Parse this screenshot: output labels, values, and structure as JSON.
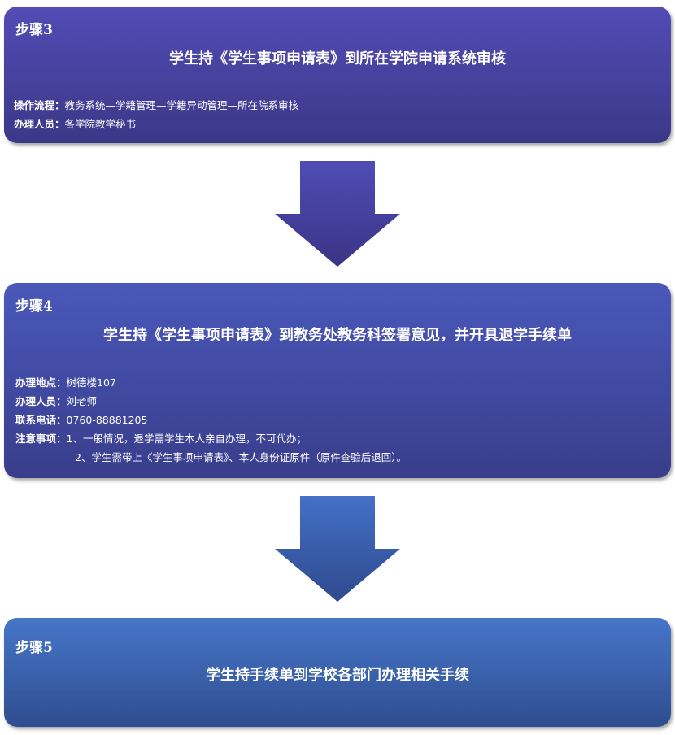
{
  "step3": {
    "label": "步骤3",
    "title": "学生持《学生事项申请表》到所在学院申请系统审核",
    "rows": [
      {
        "k": "操作流程：",
        "v": "教务系统—学籍管理—学籍异动管理—所在院系审核"
      },
      {
        "k": "办理人员：",
        "v": "各学院教学秘书"
      }
    ]
  },
  "step4": {
    "label": "步骤4",
    "title": "学生持《学生事项申请表》到教务处教务科签署意见，并开具退学手续单",
    "rows": [
      {
        "k": "办理地点：",
        "v": "树德楼107"
      },
      {
        "k": "办理人员：",
        "v": "刘老师"
      },
      {
        "k": "联系电话：",
        "v": "0760-88881205"
      },
      {
        "k": "注意事项：",
        "v": "1、一般情况，退学需学生本人亲自办理，不可代办；"
      },
      {
        "k": "",
        "v": "2、学生需带上《学生事项申请表》、本人身份证原件（原件查验后退回）。"
      }
    ]
  },
  "step5": {
    "label": "步骤5",
    "title": "学生持手续单到学校各部门办理相关手续"
  }
}
